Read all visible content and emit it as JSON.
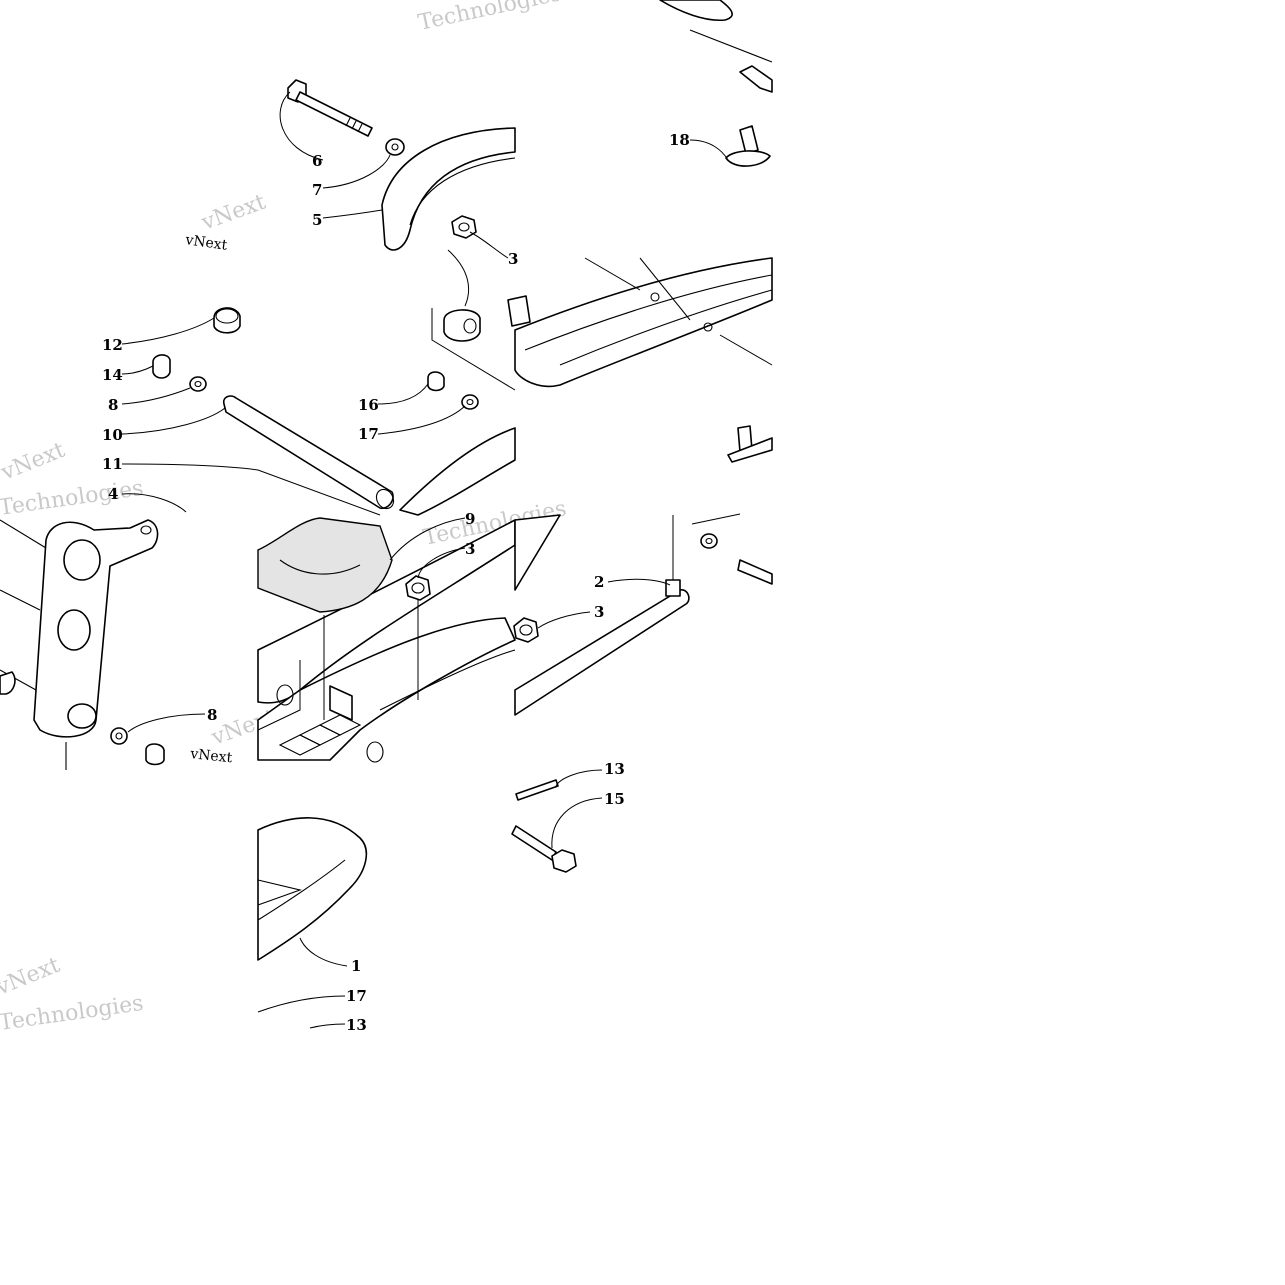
{
  "diagram": {
    "watermark": [
      "vNext",
      "Technologies"
    ],
    "callouts": [
      {
        "id": "c6",
        "label": "6"
      },
      {
        "id": "c7",
        "label": "7"
      },
      {
        "id": "c5",
        "label": "5"
      },
      {
        "id": "c3a",
        "label": "3"
      },
      {
        "id": "c18",
        "label": "18"
      },
      {
        "id": "c12",
        "label": "12"
      },
      {
        "id": "c14",
        "label": "14"
      },
      {
        "id": "c8a",
        "label": "8"
      },
      {
        "id": "c10",
        "label": "10"
      },
      {
        "id": "c11",
        "label": "11"
      },
      {
        "id": "c4",
        "label": "4"
      },
      {
        "id": "c16",
        "label": "16"
      },
      {
        "id": "c17a",
        "label": "17"
      },
      {
        "id": "c9",
        "label": "9"
      },
      {
        "id": "c3b",
        "label": "3"
      },
      {
        "id": "c2",
        "label": "2"
      },
      {
        "id": "c3c",
        "label": "3"
      },
      {
        "id": "c8b",
        "label": "8"
      },
      {
        "id": "c13a",
        "label": "13"
      },
      {
        "id": "c15",
        "label": "15"
      },
      {
        "id": "c1",
        "label": "1"
      },
      {
        "id": "c17b",
        "label": "17"
      },
      {
        "id": "c13b",
        "label": "13"
      }
    ]
  }
}
